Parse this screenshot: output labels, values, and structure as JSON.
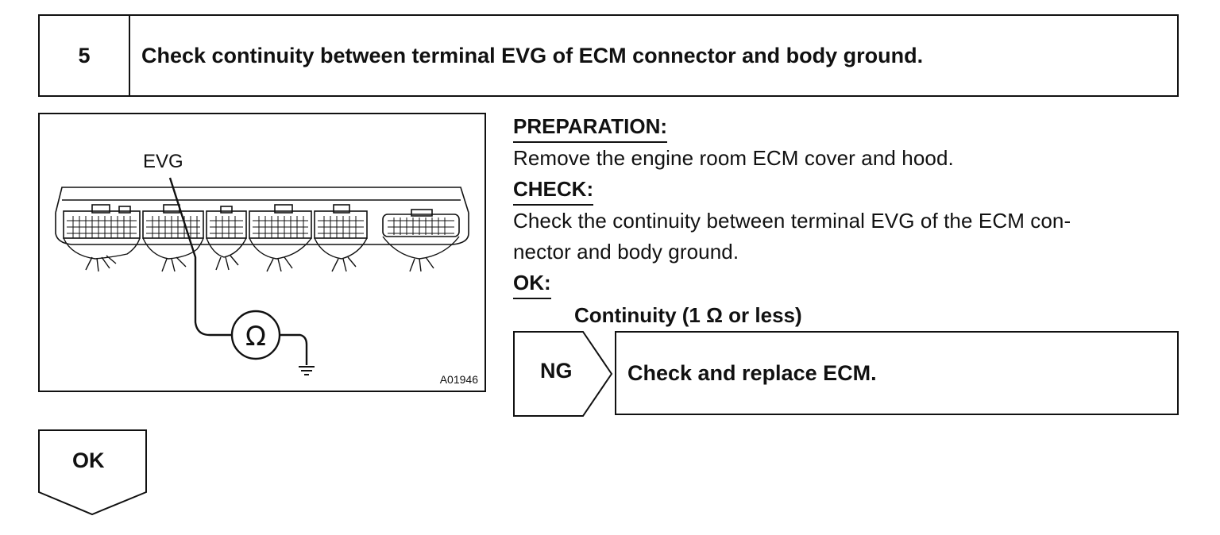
{
  "step": {
    "number": "5",
    "title": "Check continuity between terminal EVG of ECM connector and body ground."
  },
  "figure": {
    "terminal_label": "EVG",
    "figure_id": "A01946",
    "meter_symbol": "Ω",
    "icons": [
      "ecm-connector-icon",
      "ohmmeter-icon",
      "ground-symbol-icon"
    ]
  },
  "instructions": {
    "preparation_heading": "PREPARATION:",
    "preparation_text": "Remove the engine room ECM cover and hood.",
    "check_heading": "CHECK:",
    "check_text_line1": "Check the continuity between terminal EVG of the ECM con-",
    "check_text_line2": "nector and body ground.",
    "ok_heading": "OK:",
    "ok_spec": "Continuity (1 Ω or less)"
  },
  "flow": {
    "ng_label": "NG",
    "ng_action": "Check and replace ECM.",
    "ok_label": "OK"
  }
}
